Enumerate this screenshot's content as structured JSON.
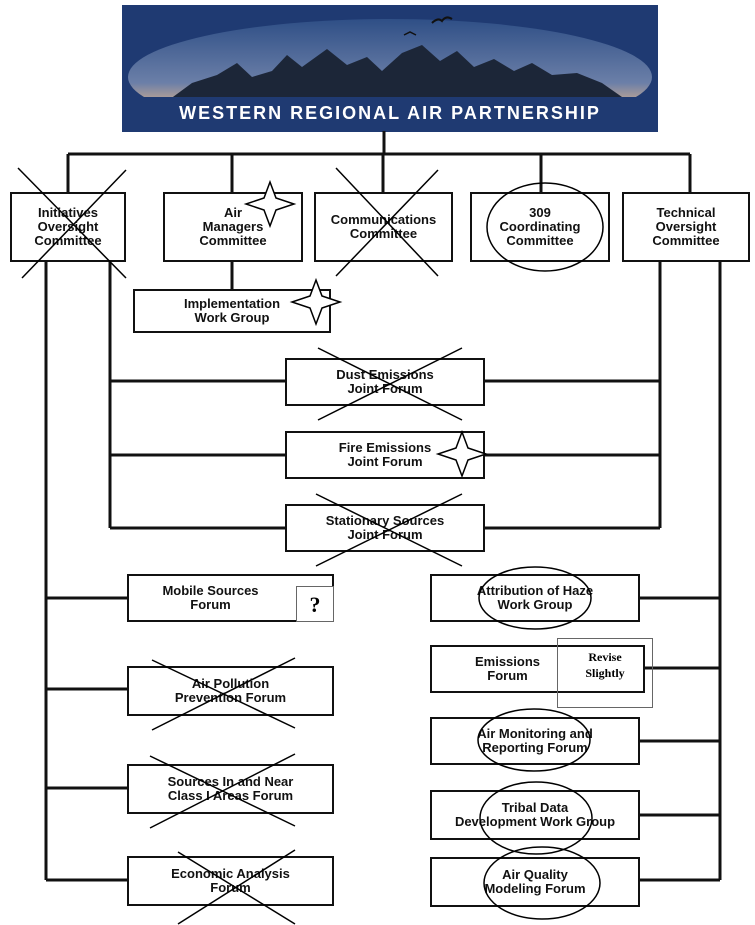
{
  "banner": {
    "title": "WESTERN REGIONAL AIR PARTNERSHIP",
    "sky_top": "#2f4f86",
    "sky_glow": "#e7b98a",
    "mountain": "#1c2638"
  },
  "committees": [
    {
      "id": "initiatives",
      "label": "Initiatives\nOversight\nCommittee",
      "mark": "cross"
    },
    {
      "id": "air-managers",
      "label": "Air\nManagers\nCommittee",
      "mark": "star"
    },
    {
      "id": "communications",
      "label": "Communications\nCommittee",
      "mark": "cross"
    },
    {
      "id": "coordinating-309",
      "label": "309\nCoordinating\nCommittee",
      "mark": "circle"
    },
    {
      "id": "technical",
      "label": "Technical\nOversight\nCommittee",
      "mark": ""
    }
  ],
  "sub_group": {
    "label": "Implementation\nWork Group",
    "mark": "star"
  },
  "joint_forums": [
    {
      "label": "Dust Emissions\nJoint Forum",
      "mark": "cross"
    },
    {
      "label": "Fire Emissions\nJoint Forum",
      "mark": "star"
    },
    {
      "label": "Stationary Sources\nJoint Forum",
      "mark": "cross"
    }
  ],
  "left_forums": [
    {
      "label": "Mobile Sources\nForum",
      "mark": ""
    },
    {
      "label": "Air Pollution\nPrevention Forum",
      "mark": "cross"
    },
    {
      "label": "Sources In and Near\nClass I Areas Forum",
      "mark": "cross"
    },
    {
      "label": "Economic Analysis\nForum",
      "mark": "cross"
    }
  ],
  "right_forums": [
    {
      "label": "Attribution of Haze\nWork Group",
      "mark": "circle"
    },
    {
      "label": "Emissions\nForum",
      "mark": ""
    },
    {
      "label": "Air Monitoring and\nReporting Forum",
      "mark": "circle"
    },
    {
      "label": "Tribal Data\nDevelopment Work Group",
      "mark": "circle"
    },
    {
      "label": "Air Quality\nModeling Forum",
      "mark": "circle"
    }
  ],
  "annotations": {
    "question": "?",
    "revise": "Revise\nSlightly"
  }
}
